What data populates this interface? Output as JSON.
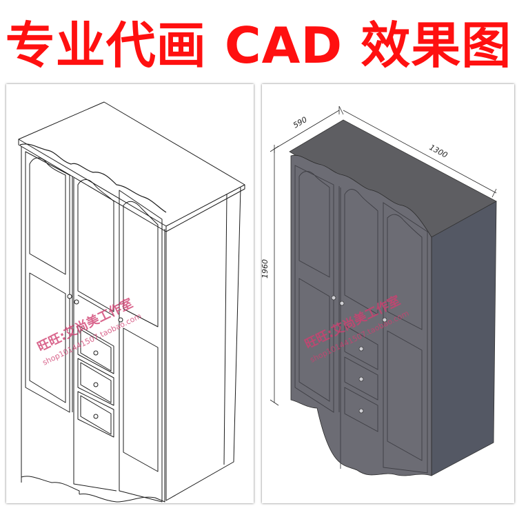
{
  "header": {
    "title": "专业代画 CAD 效果图"
  },
  "dimensions": {
    "depth": "590",
    "width": "1300",
    "height": "1960"
  },
  "watermark": {
    "shop_name": "旺旺:艾尚美工作室",
    "shop_url": "shop101441507.taobao.com"
  },
  "colors": {
    "title": "#ff1010",
    "render_front": "#6c6c74",
    "render_side": "#545864",
    "render_top": "#5e5e62",
    "watermark": "#d04070"
  }
}
